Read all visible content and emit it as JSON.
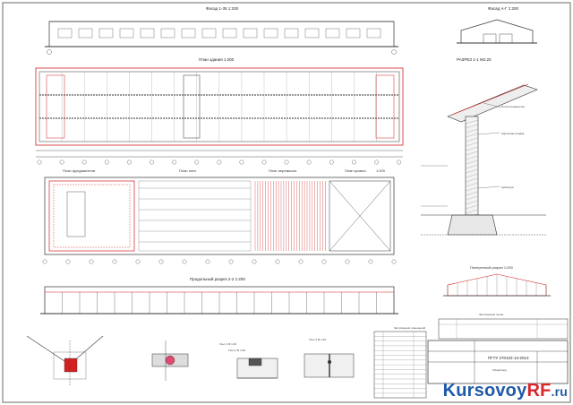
{
  "drawing": {
    "views": {
      "facade_long": "Фасад 1-35 1:200",
      "facade_end": "Фасад А-Г 1:200",
      "floor_plan": "План здания 1:200",
      "foundation_plan": "План фундаментов",
      "slab_plan": "План плит",
      "rafters_plan": "План перемычек",
      "roof_plan": "План кровли",
      "roof_scale": "1:200",
      "section_long": "Продольный разрез 2-2  1:200",
      "section_detail": "РАЗРЕЗ 1-1 М1:20",
      "section_cross": "Поперечный разрез 1:200",
      "node_1": "Узел 1 М 1:20",
      "node_2": "Узел 2 М 1:20",
      "node_3": "Узел 3 М 1:20",
      "explication": "Экспликация помещений",
      "explication_floor": "Экспликация полов"
    },
    "labels": {
      "wall_note": "Кирпичная кладка",
      "rebar_note": "Арматура",
      "slab_note": "Плита перекрытия"
    },
    "stamp": {
      "code": "ПГТУ 270102-13-2013",
      "designation": "Общий вид"
    }
  },
  "brand": {
    "part1": "Kursovoy",
    "part2": "RF",
    "part3": ".ru"
  },
  "colors": {
    "line": "#333333",
    "accent_red": "#d62020",
    "hatch": "#888888",
    "brand_blue": "#1f5aa8",
    "brand_red": "#d8262b"
  }
}
